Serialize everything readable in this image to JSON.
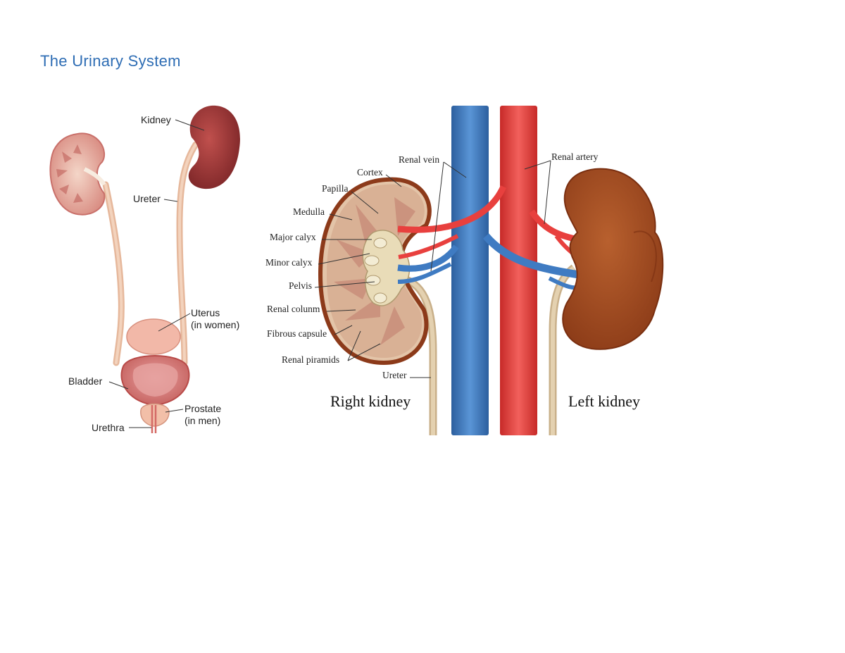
{
  "document": {
    "title": "The Urinary System"
  },
  "figure_left": {
    "labels": {
      "kidney": "Kidney",
      "ureter": "Ureter",
      "uterus_1": "Uterus",
      "uterus_2": "(in women)",
      "bladder": "Bladder",
      "prostate_1": "Prostate",
      "prostate_2": "(in men)",
      "urethra": "Urethra"
    }
  },
  "figure_right": {
    "labels": {
      "renal_vein": "Renal vein",
      "renal_artery": "Renal artery",
      "cortex": "Cortex",
      "papilla": "Papilla",
      "medulla": "Medulla",
      "major_calyx": "Major calyx",
      "minor_calyx": "Minor calyx",
      "pelvis": "Pelvis",
      "renal_column": "Renal colunm",
      "fibrous_capsule": "Fibrous capsule",
      "renal_pyramids": "Renal piramids",
      "ureter": "Ureter"
    },
    "captions": {
      "right_kidney": "Right kidney",
      "left_kidney": "Left kidney"
    }
  },
  "colors": {
    "title": "#2e6db4",
    "vein": "#3f7bc2",
    "artery": "#e8403e",
    "kidney_dark": "#8b3a1c",
    "ureter": "#d8c3a0"
  }
}
